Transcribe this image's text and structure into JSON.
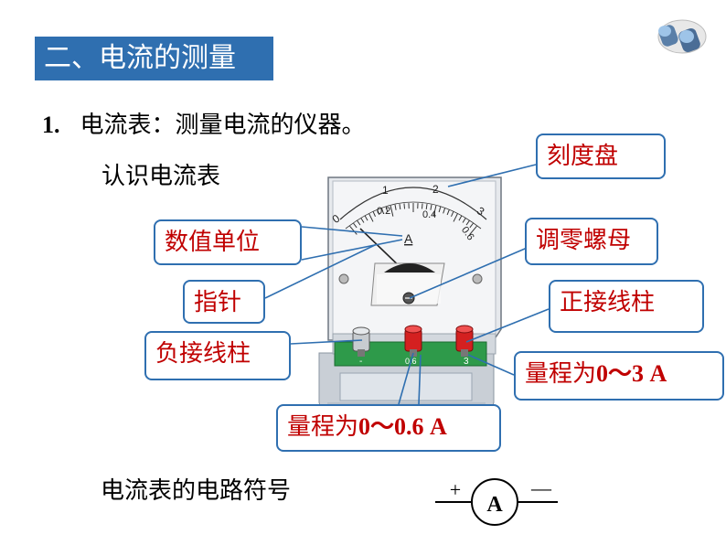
{
  "section_title": "二、电流的测量",
  "item": {
    "number": "1.",
    "text": "电流表：测量电流的仪器。"
  },
  "subheading": "认识电流表",
  "meter": {
    "scale_upper": [
      "0",
      "1",
      "2",
      "3"
    ],
    "scale_lower": [
      "0.2",
      "0.4",
      "0.6"
    ],
    "unit": "A",
    "terminal_labels": [
      "-",
      "0.6",
      "3"
    ]
  },
  "callouts": {
    "dial": "刻度盘",
    "unit": "数值单位",
    "zero_adjust": "调零螺母",
    "pointer": "指针",
    "positive_terminal": "正接线柱",
    "negative_terminal": "负接线柱",
    "range_3a_prefix": "量程为",
    "range_3a_value": "0～3 A",
    "range_06a_prefix": "量程为",
    "range_06a_value": "0～0.6 A"
  },
  "symbol_caption": "电流表的电路符号",
  "symbol": {
    "letter": "A",
    "plus": "+",
    "minus": "—"
  },
  "colors": {
    "title_bg": "#2f6fb0",
    "callout_border": "#2f6fb0",
    "callout_text": "#c00000",
    "terminal_red": "#d42020",
    "panel_green": "#2e9a4a"
  },
  "icons": [
    "binoculars-icon"
  ]
}
